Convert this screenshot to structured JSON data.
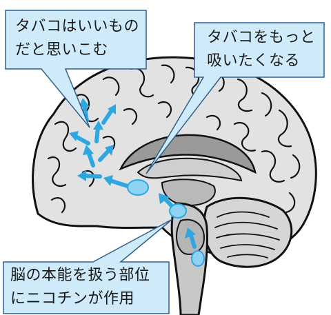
{
  "colors": {
    "callout_fill": "#cfeaf8",
    "callout_stroke": "#2f5f8a",
    "pathway_blue": "#2ea7e0",
    "node_blue": "#8fd3f4",
    "brain_gray": "#e2e2e2",
    "brain_dark": "#8c8c8c",
    "outline": "#111111"
  },
  "callouts": {
    "top_left": {
      "line1": "タバコはいいもの",
      "line2": "だと思いこむ"
    },
    "top_right": {
      "line1": "タバコをもっと",
      "line2": "吸いたくなる"
    },
    "bottom_left": {
      "line1": "脳の本能を扱う部位",
      "line2": "にニコチンが作用"
    }
  }
}
